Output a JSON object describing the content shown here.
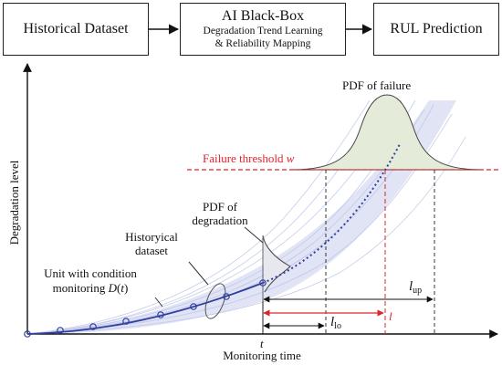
{
  "boxes": {
    "dataset": "Historical Dataset",
    "ai_title": "AI Black-Box",
    "ai_line1": "Degradation Trend Learning",
    "ai_line2": "& Reliability Mapping",
    "rul": "RUL Prediction"
  },
  "labels": {
    "pdf_failure": "PDF of failure",
    "threshold_text": "Failure threshold ",
    "threshold_var": "w",
    "pdf_deg_1": "PDF of",
    "pdf_deg_2": "degradation",
    "hist_1": "Historyical",
    "hist_2": "dataset",
    "unit_1": "Unit with condition",
    "unit_2": "monitoring ",
    "unit_var": "D",
    "unit_paren_open": "(",
    "unit_t": "t",
    "unit_paren_close": ")",
    "y_axis": "Degradation level",
    "x_axis": "Monitoring time",
    "t_mark": "t",
    "l_up": "l",
    "l_up_sub": "up",
    "l_lo": "l",
    "l_lo_sub": "lo",
    "l_mid": "l"
  },
  "colors": {
    "threshold": "#e0242b",
    "trajectory": "#2f3f9e",
    "band": "#c7cdec",
    "pdf_fill": "#e4ecd9"
  }
}
